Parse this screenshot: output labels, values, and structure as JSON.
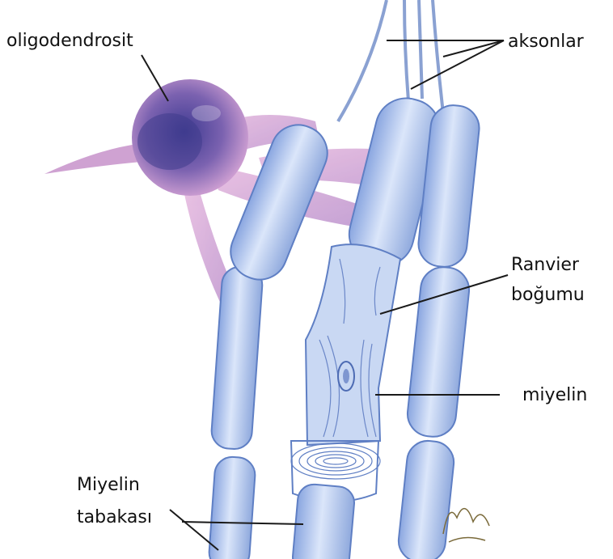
{
  "labels": {
    "oligodendrocyte": "oligodendrosit",
    "axons": "aksonlar",
    "node_line1": "Ranvier",
    "node_line2": "boğumu",
    "myelin": "miyelin",
    "sheath_line1": "Miyelin",
    "sheath_line2": "tabakası"
  },
  "colors": {
    "fiber": "#b9cdef",
    "fiber_edge": "#5f7fc4",
    "cell_body": "#8f74b8",
    "cell_process": "#d7a9d3",
    "nucleus": "#3d3f8c",
    "leader_line": "#1a1a1a"
  }
}
